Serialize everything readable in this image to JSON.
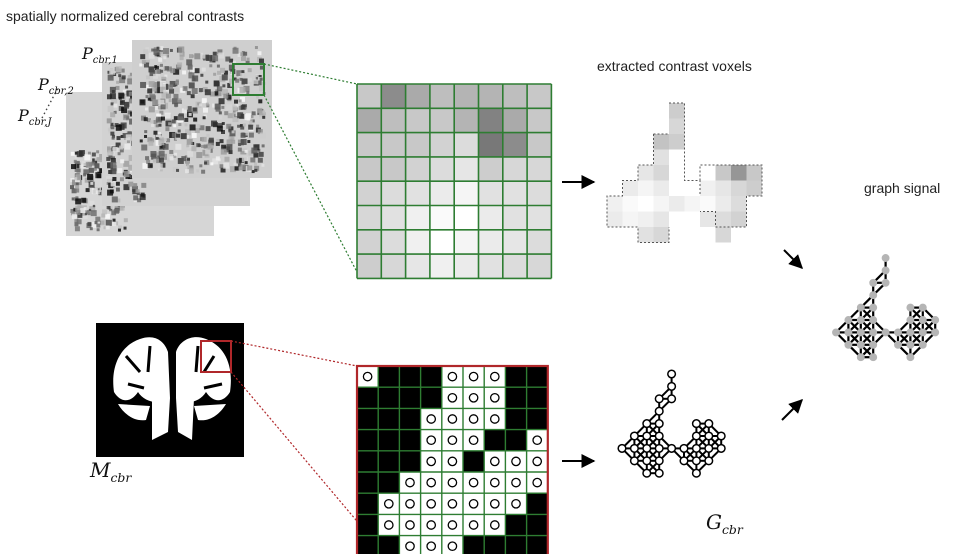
{
  "labels": {
    "contrasts_title": "spatially normalized cerebral contrasts",
    "extracted_title": "extracted contrast voxels",
    "graph_signal_title": "graph signal"
  },
  "symbols": {
    "p1": {
      "base": "P",
      "sub": "cbr,1"
    },
    "p2": {
      "base": "P",
      "sub": "cbr,2"
    },
    "pj": {
      "base": "P",
      "sub": "cbr,J"
    },
    "mask": {
      "base": "M",
      "sub": "cbr"
    },
    "graph": {
      "base": "G",
      "sub": "cbr"
    }
  },
  "colors": {
    "green_frame": "#2e7d32",
    "red_frame": "#b0272a",
    "graph_gray": "#b5b5b5"
  }
}
